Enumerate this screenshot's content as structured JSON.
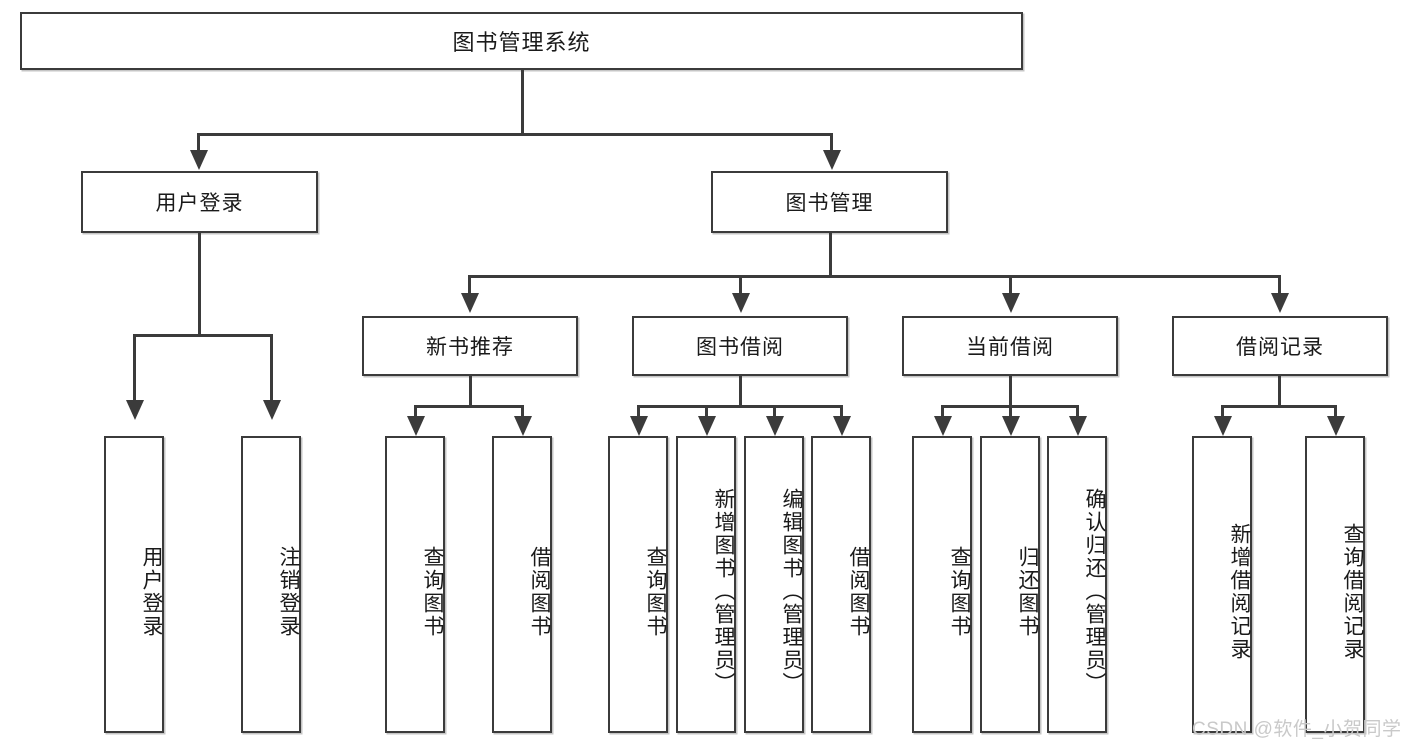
{
  "diagram": {
    "title": "图书管理系统",
    "type": "hierarchy-tree",
    "root": {
      "label": "图书管理系统"
    },
    "level2": [
      {
        "label": "用户登录"
      },
      {
        "label": "图书管理"
      }
    ],
    "level3": [
      {
        "label": "新书推荐"
      },
      {
        "label": "图书借阅"
      },
      {
        "label": "当前借阅"
      },
      {
        "label": "借阅记录"
      }
    ],
    "leaves": {
      "user_login": [
        {
          "label": "用户登录"
        },
        {
          "label": "注销登录"
        }
      ],
      "new_book_recommend": [
        {
          "label": "查询图书"
        },
        {
          "label": "借阅图书"
        }
      ],
      "book_borrow": [
        {
          "label": "查询图书"
        },
        {
          "label": "新增图书（管理员）"
        },
        {
          "label": "编辑图书（管理员）"
        },
        {
          "label": "借阅图书"
        }
      ],
      "current_borrow": [
        {
          "label": "查询图书"
        },
        {
          "label": "归还图书"
        },
        {
          "label": "确认归还（管理员）"
        }
      ],
      "borrow_record": [
        {
          "label": "新增借阅记录"
        },
        {
          "label": "查询借阅记录"
        }
      ]
    }
  },
  "watermark": {
    "text": "CSDN @软件_小贺同学"
  },
  "colors": {
    "stroke": "#3b3b3b",
    "background": "#ffffff",
    "text": "#1a1a1a",
    "watermark": "#c9c9c9"
  }
}
